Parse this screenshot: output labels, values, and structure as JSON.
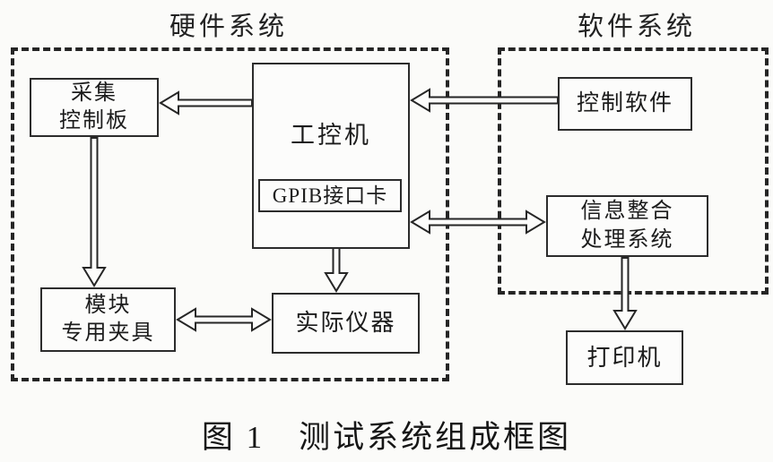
{
  "diagram": {
    "groups": {
      "hardware": {
        "label": "硬件系统"
      },
      "software": {
        "label": "软件系统"
      }
    },
    "nodes": {
      "daq_board": {
        "label": "采集\n控制板"
      },
      "ipc": {
        "label": "工控机"
      },
      "gpib_card": {
        "label": "GPIB接口卡"
      },
      "module_fixture": {
        "label": "模块\n专用夹具"
      },
      "actual_instrument": {
        "label": "实际仪器"
      },
      "control_software": {
        "label": "控制软件"
      },
      "info_system": {
        "label": "信息整合\n处理系统"
      },
      "printer": {
        "label": "打印机"
      }
    },
    "edges": [
      {
        "from": "ipc",
        "to": "daq_board",
        "heads": "single",
        "direction": "left"
      },
      {
        "from": "control_software",
        "to": "ipc",
        "heads": "single",
        "direction": "left"
      },
      {
        "from": "daq_board",
        "to": "module_fixture",
        "heads": "single",
        "direction": "down"
      },
      {
        "from": "gpib_card",
        "to": "actual_instrument",
        "heads": "double",
        "direction": "vertical"
      },
      {
        "from": "module_fixture",
        "to": "actual_instrument",
        "heads": "double",
        "direction": "horizontal"
      },
      {
        "from": "ipc",
        "to": "info_system",
        "heads": "double",
        "direction": "horizontal"
      },
      {
        "from": "info_system",
        "to": "printer",
        "heads": "single",
        "direction": "down"
      }
    ],
    "caption": "图 1　测试系统组成框图",
    "colors": {
      "line": "#262626",
      "background": "#fbfbf9"
    }
  }
}
